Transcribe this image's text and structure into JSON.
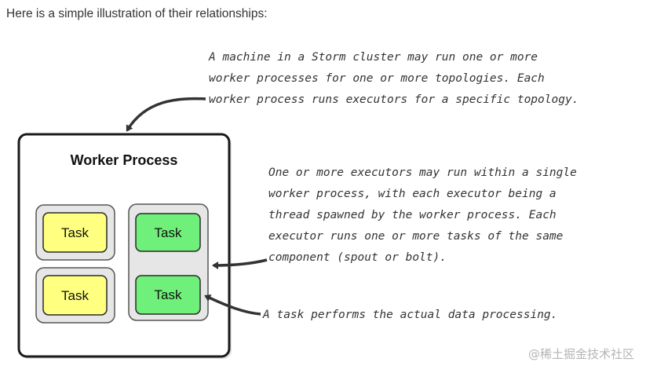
{
  "intro": "Here is a simple illustration of their relationships:",
  "worker_process": {
    "title": "Worker Process",
    "executors": [
      {
        "tasks": [
          "Task"
        ],
        "color": "#ffff80"
      },
      {
        "tasks": [
          "Task"
        ],
        "color": "#ffff80"
      },
      {
        "tasks": [
          "Task",
          "Task"
        ],
        "color": "#6ff07a"
      }
    ]
  },
  "annotations": {
    "machine": [
      "A machine in a Storm cluster may run one or more",
      "worker processes for one or more topologies.  Each",
      "worker process runs executors for a specific topology."
    ],
    "executor": [
      "One or more executors may run within a single",
      "worker process, with each executor being a",
      "thread spawned by the worker process.  Each",
      "executor runs one or more tasks of the same",
      "component (spout or bolt)."
    ],
    "task": "A task performs the actual data processing."
  },
  "watermark": "@稀土掘金技术社区",
  "colors": {
    "task_yellow": "#ffff80",
    "task_green": "#6ff07a",
    "executor_fill": "#e6e6e6",
    "arrow": "#333333"
  }
}
